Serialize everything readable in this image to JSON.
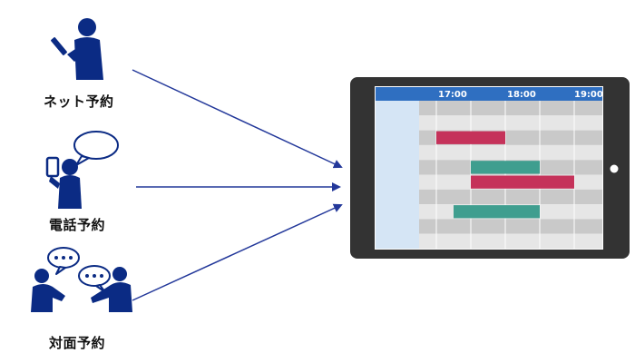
{
  "channels": [
    {
      "label": "ネット予約",
      "icon": "person-with-phone-icon"
    },
    {
      "label": "電話予約",
      "icon": "person-on-phone-icon"
    },
    {
      "label": "対面予約",
      "icon": "face-to-face-conversation-icon"
    }
  ],
  "tablet": {
    "icon": "tablet-icon",
    "schedule": {
      "time_labels": [
        "17:00",
        "18:00",
        "19:00"
      ],
      "bars": [
        {
          "row": 2,
          "start": "17:00",
          "end": "18:00",
          "color": "#c5325a"
        },
        {
          "row": 4,
          "start": "17:30",
          "end": "18:30",
          "color": "#3f9e8f"
        },
        {
          "row": 5,
          "start": "17:30",
          "end": "19:00",
          "color": "#c5325a"
        },
        {
          "row": 7,
          "start": "17:15",
          "end": "18:30",
          "color": "#3f9e8f"
        }
      ]
    }
  },
  "colors": {
    "figure": "#0b2b84",
    "arrow": "#23389a",
    "tablet_frame": "#333333",
    "header": "#2f6fc1",
    "left_column": "#d5e5f5"
  }
}
